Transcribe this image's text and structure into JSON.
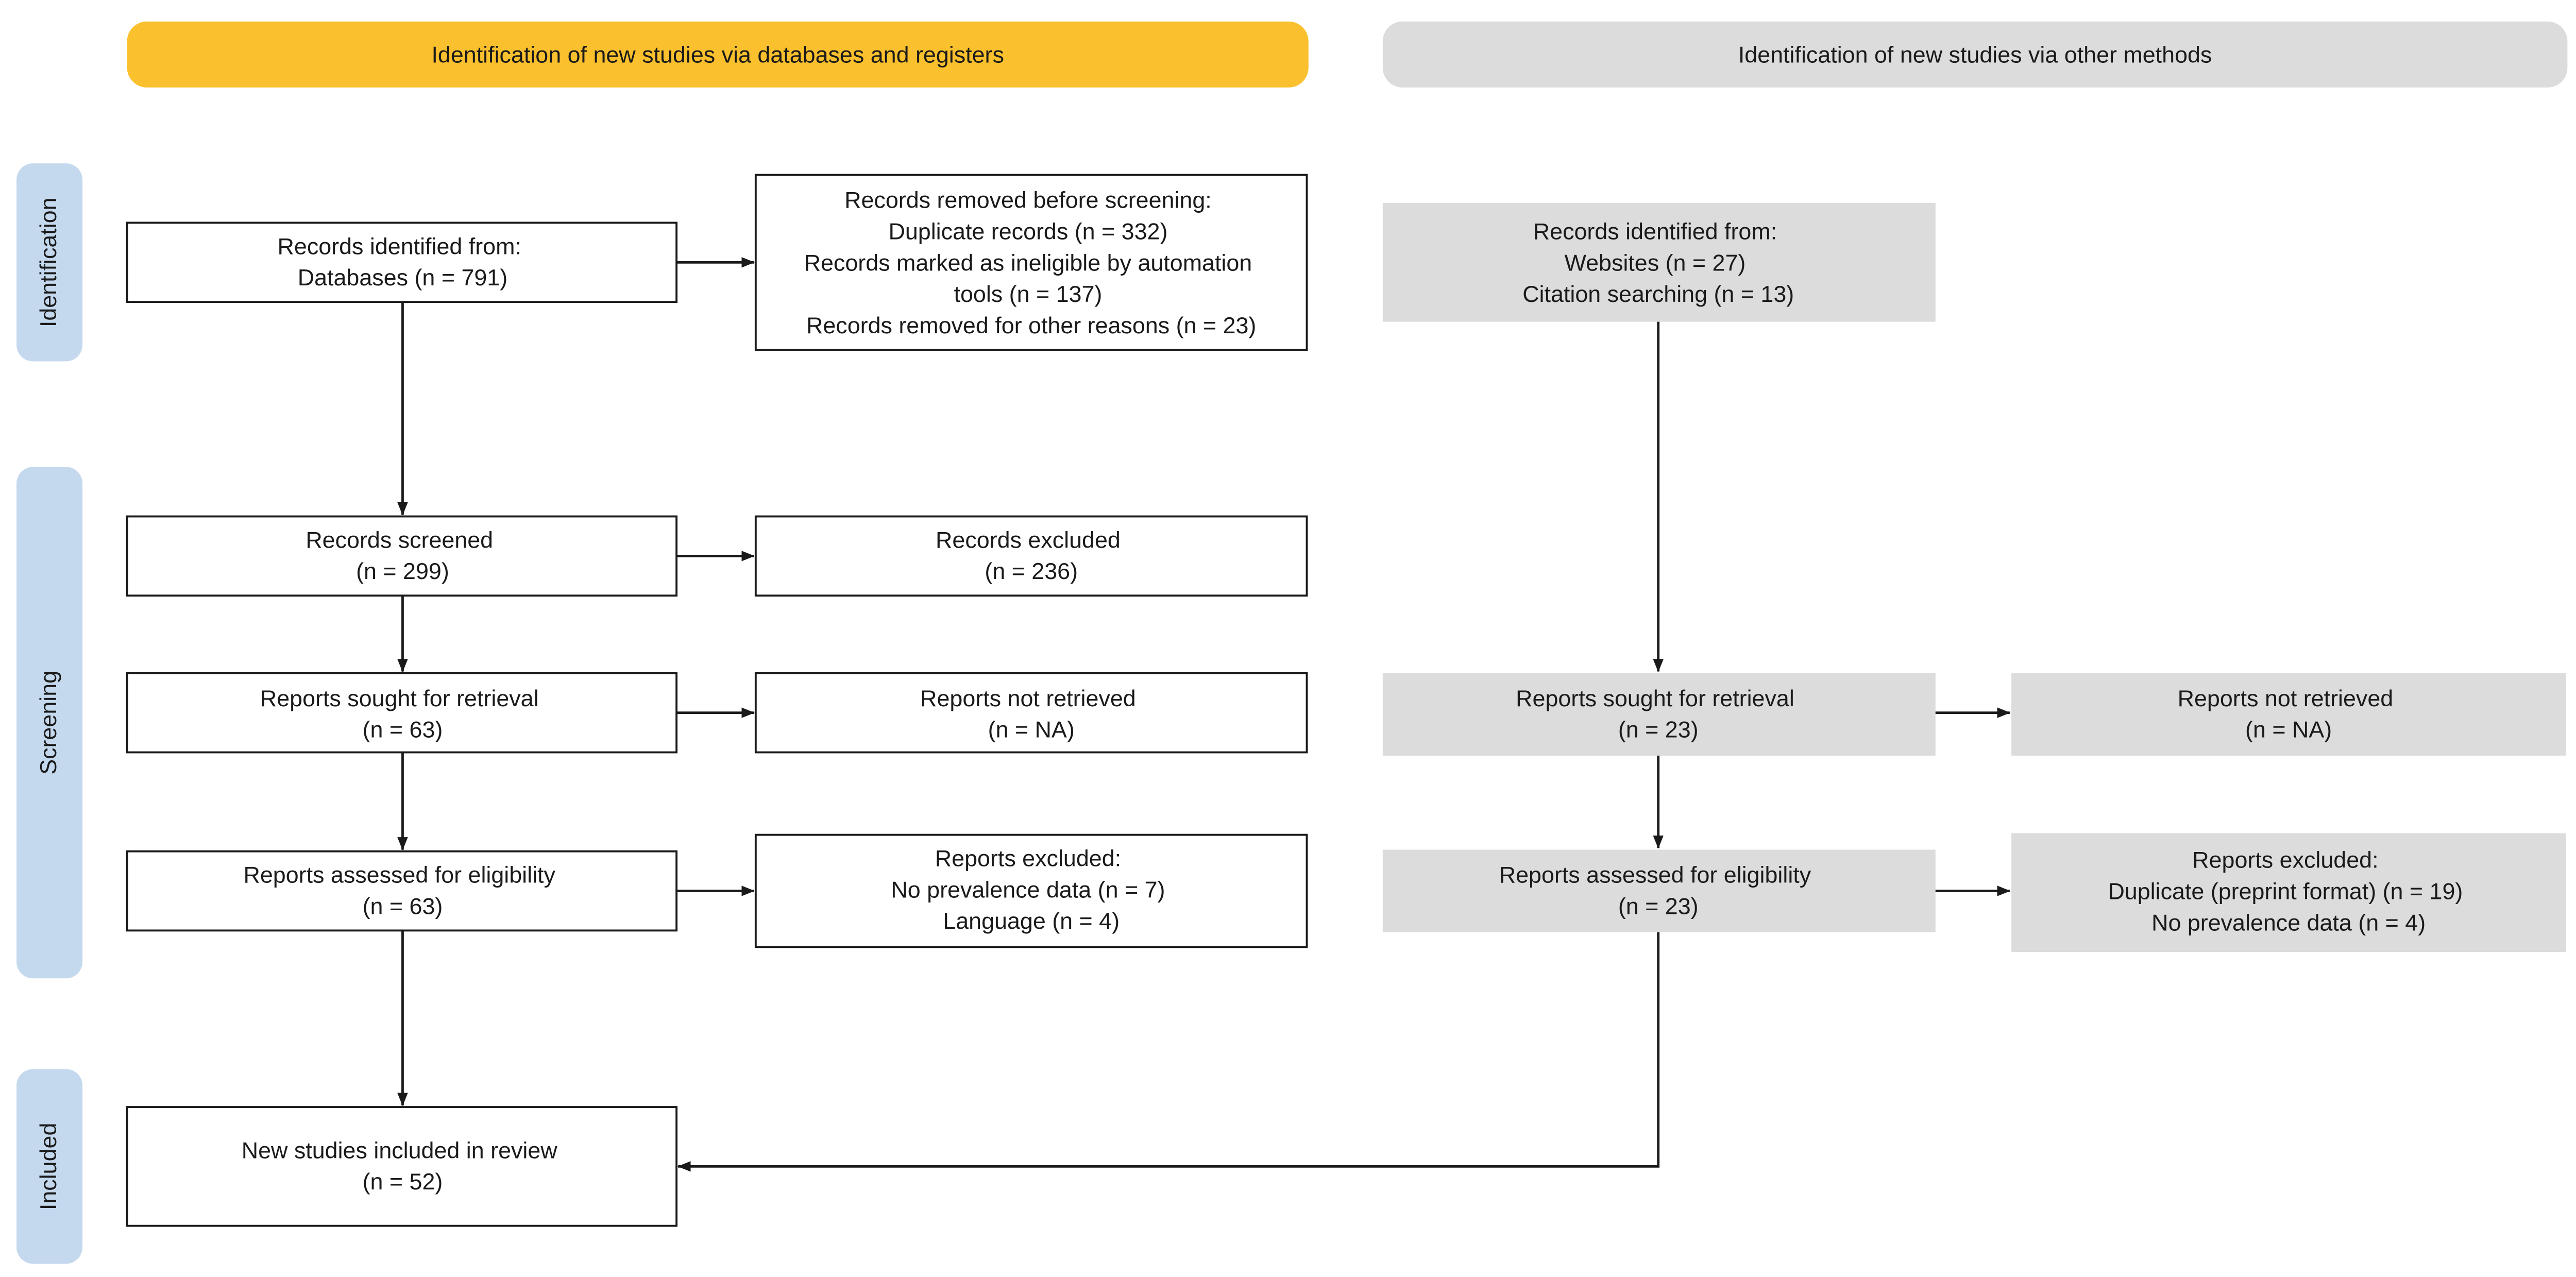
{
  "header": {
    "databases_title": "Identification of new studies via databases and registers",
    "other_title": "Identification of new studies via other methods"
  },
  "phases": {
    "identification": "Identification",
    "screening": "Screening",
    "included": "Included"
  },
  "db": {
    "identified": [
      "Records identified from:",
      "Databases (n = 791)"
    ],
    "removed": [
      "Records removed before screening:",
      "Duplicate records (n = 332)",
      "Records marked as ineligible by automation",
      "tools (n = 137)",
      "Records removed for other reasons (n = 23)"
    ],
    "screened": [
      "Records screened",
      "(n = 299)"
    ],
    "excluded": [
      "Records excluded",
      "(n = 236)"
    ],
    "sought": [
      "Reports sought for retrieval",
      "(n = 63)"
    ],
    "not_retrieved": [
      "Reports not retrieved",
      "(n = NA)"
    ],
    "assessed": [
      "Reports assessed for eligibility",
      "(n = 63)"
    ],
    "reports_excluded": [
      "Reports excluded:",
      "No prevalence data (n =  7)",
      "Language (n =  4)"
    ],
    "included": [
      "New studies included in review",
      "(n = 52)"
    ]
  },
  "other": {
    "identified": [
      "Records identified from:",
      "Websites (n = 27)",
      "Citation searching (n = 13)"
    ],
    "sought": [
      "Reports sought for retrieval",
      "(n = 23)"
    ],
    "not_retrieved": [
      "Reports not retrieved",
      "(n = NA)"
    ],
    "assessed": [
      "Reports assessed for eligibility",
      "(n = 23)"
    ],
    "reports_excluded": [
      "Reports excluded:",
      "Duplicate (preprint format) (n =  19)",
      "No prevalence data (n =  4)"
    ]
  },
  "colors": {
    "header_databases": "#fbc02d",
    "header_other": "#dcdcdc",
    "phase_label": "#c5d9ee",
    "box_white": "#ffffff",
    "box_gray": "#dcdcdc",
    "stroke": "#1a1a1a"
  }
}
